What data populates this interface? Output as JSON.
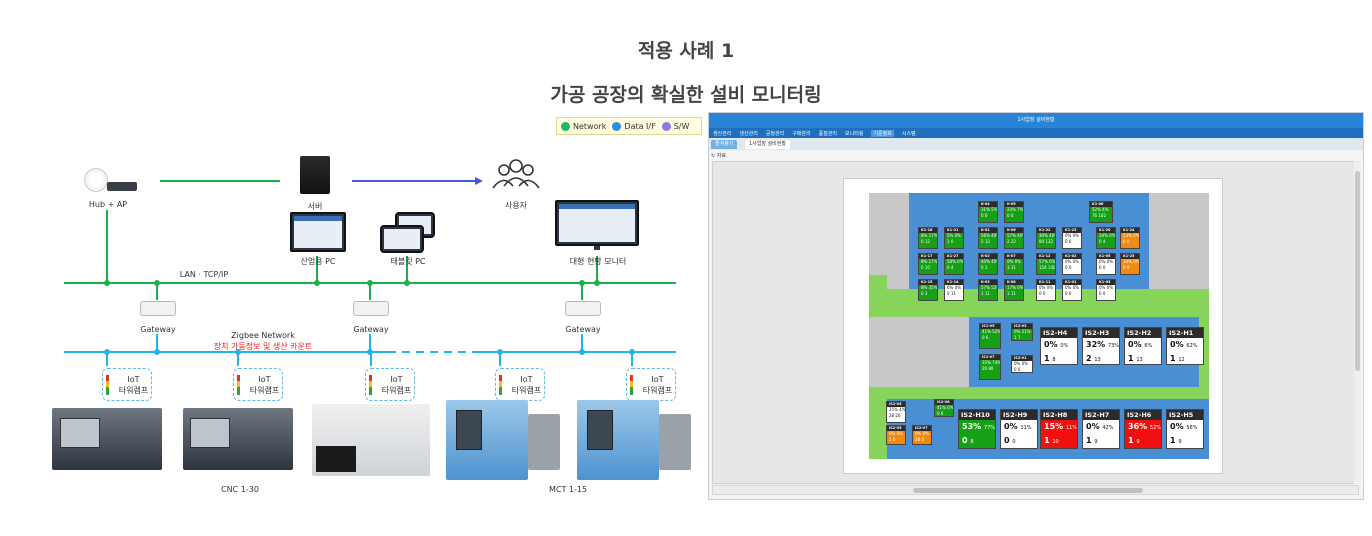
{
  "titles": {
    "case": "적용 사례 1",
    "subtitle": "가공 공장의 확실한 설비 모니터링"
  },
  "legend": [
    {
      "label": "Network",
      "color": "#20b860"
    },
    {
      "label": "Data I/F",
      "color": "#2a8fe0"
    },
    {
      "label": "S/W",
      "color": "#8c78e6"
    }
  ],
  "colors": {
    "network": "#1fae4c",
    "data": "#4a56d8",
    "zigbee": "#1fb4ec"
  },
  "diagram": {
    "hub": "Hub + AP",
    "server": "서버",
    "user": "사용자",
    "industrial_pc": "산업용 PC",
    "tablet_pc": "태블릿 PC",
    "large_monitor": "대형 현황 모니터",
    "lan": "LAN · TCP/IP",
    "gateways": [
      "Gateway",
      "Gateway",
      "Gateway"
    ],
    "zigbee": "Zigbee Network",
    "zigbee_note": "장치 가동정보 및 생산 카운트",
    "iot": [
      {
        "l1": "IoT",
        "l2": "타워램프"
      },
      {
        "l1": "IoT",
        "l2": "타워램프"
      },
      {
        "l1": "IoT",
        "l2": "타워램프"
      },
      {
        "l1": "IoT",
        "l2": "타워램프"
      },
      {
        "l1": "IoT",
        "l2": "타워램프"
      }
    ],
    "cnc": "CNC 1-30",
    "mct": "MCT 1-15"
  },
  "monitor": {
    "window_title": "1사업장 설비현황",
    "menu": [
      "생산관리",
      "생산관리",
      "공정관리",
      "구매관리",
      "품질관리",
      "모니터링",
      "기준정보",
      "시스템"
    ],
    "tabs": [
      "즐겨찾기",
      "1사업장 설비현황"
    ],
    "toolbar": "↻ 자료",
    "large_cells": [
      {
        "name": "IS2-H4",
        "pct1": "0%",
        "pct2": "0%",
        "c1": "1",
        "c2": "8",
        "color": "white"
      },
      {
        "name": "IS2-H3",
        "pct1": "32%",
        "pct2": "73%",
        "c1": "2",
        "c2": "13",
        "color": "white"
      },
      {
        "name": "IS2-H2",
        "pct1": "0%",
        "pct2": "6%",
        "c1": "1",
        "c2": "13",
        "color": "white"
      },
      {
        "name": "IS2-H1",
        "pct1": "0%",
        "pct2": "62%",
        "c1": "1",
        "c2": "12",
        "color": "white"
      },
      {
        "name": "IS2-H10",
        "pct1": "53%",
        "pct2": "77%",
        "c1": "0",
        "c2": "8",
        "color": "green"
      },
      {
        "name": "IS2-H9",
        "pct1": "0%",
        "pct2": "11%",
        "c1": "0",
        "c2": "0",
        "color": "white"
      },
      {
        "name": "IS2-H8",
        "pct1": "15%",
        "pct2": "11%",
        "c1": "1",
        "c2": "10",
        "color": "red"
      },
      {
        "name": "IS2-H7",
        "pct1": "0%",
        "pct2": "42%",
        "c1": "1",
        "c2": "9",
        "color": "white"
      },
      {
        "name": "IS2-H6",
        "pct1": "36%",
        "pct2": "52%",
        "c1": "1",
        "c2": "9",
        "color": "red"
      },
      {
        "name": "IS2-H5",
        "pct1": "0%",
        "pct2": "56%",
        "c1": "1",
        "c2": "9",
        "color": "white"
      }
    ],
    "small_cells": [
      {
        "name": "IS1-V5",
        "l1": "41% 52%",
        "l2": "0  6",
        "color": "green"
      },
      {
        "name": "IS2-V3",
        "l1": "0% 21%",
        "l2": "1  7",
        "color": "green"
      },
      {
        "name": "IS1-V7",
        "l1": "35% 74%",
        "l2": "20  80",
        "color": "green"
      },
      {
        "name": "IS2-V1",
        "l1": "0% 0%",
        "l2": "0  0",
        "color": "white"
      },
      {
        "name": "IS2-V4",
        "l1": "25% 4%",
        "l2": "28  20",
        "color": "white"
      },
      {
        "name": "IS2-V6",
        "l1": "41% 0%",
        "l2": "0  6",
        "color": "green"
      },
      {
        "name": "IS2-V5",
        "l1": "0% 0%",
        "l2": "2  0",
        "color": "orange"
      },
      {
        "name": "IS2-V7",
        "l1": "0% 0%",
        "l2": "28  0",
        "color": "orange"
      },
      {
        "name": "K-04",
        "l1": "31% 5%",
        "l2": "0  0",
        "color": "green"
      },
      {
        "name": "K-05",
        "l1": "23% 7%",
        "l2": "0  0",
        "color": "green"
      },
      {
        "name": "K1-06",
        "l1": "52% 4%",
        "l2": "76  102",
        "color": "green"
      },
      {
        "name": "K1-16",
        "l1": "8% 17%",
        "l2": "0  12",
        "color": "green"
      },
      {
        "name": "K1-21",
        "l1": "5% 0%",
        "l2": "1  0",
        "color": "green"
      },
      {
        "name": "K-01",
        "l1": "56% 40%",
        "l2": "5  12",
        "color": "green"
      },
      {
        "name": "K-06",
        "l1": "57% 40%",
        "l2": "2  22",
        "color": "green"
      },
      {
        "name": "K1-22",
        "l1": "30% 40%",
        "l2": "80  132",
        "color": "green"
      },
      {
        "name": "K1-23",
        "l1": "0% 0%",
        "l2": "0  0",
        "color": "white"
      },
      {
        "name": "K1-20",
        "l1": "34% 0%",
        "l2": "0  4",
        "color": "green"
      },
      {
        "name": "K1-24",
        "l1": "53% 0%",
        "l2": "0  0",
        "color": "orange"
      },
      {
        "name": "K1-17",
        "l1": "8% 17%",
        "l2": "0  10",
        "color": "green"
      },
      {
        "name": "K1-27",
        "l1": "58% 0%",
        "l2": "0  4",
        "color": "green"
      },
      {
        "name": "K-02",
        "l1": "40% 40%",
        "l2": "0  3",
        "color": "green"
      },
      {
        "name": "K-07",
        "l1": "0% 0%",
        "l2": "3  11",
        "color": "green"
      },
      {
        "name": "K1-12",
        "l1": "57% 0%",
        "l2": "154  100",
        "color": "green"
      },
      {
        "name": "K1-02",
        "l1": "0% 0%",
        "l2": "0  0",
        "color": "white"
      },
      {
        "name": "K1-05",
        "l1": "0% 0%",
        "l2": "0  0",
        "color": "white"
      },
      {
        "name": "K1-25",
        "l1": "34% 0%",
        "l2": "0  0",
        "color": "orange"
      },
      {
        "name": "K1-15",
        "l1": "8% 35%",
        "l2": "0  3",
        "color": "green"
      },
      {
        "name": "K1-14",
        "l1": "6% 0%",
        "l2": "0  11",
        "color": "white"
      },
      {
        "name": "K-03",
        "l1": "57% 52%",
        "l2": "1  11",
        "color": "green"
      },
      {
        "name": "K-08",
        "l1": "17% 0%",
        "l2": "1  11",
        "color": "green"
      },
      {
        "name": "K1-11",
        "l1": "0% 0%",
        "l2": "0  0",
        "color": "white"
      },
      {
        "name": "K1-01",
        "l1": "0% 0%",
        "l2": "0  0",
        "color": "white"
      },
      {
        "name": "K1-03",
        "l1": "0% 0%",
        "l2": "0  0",
        "color": "white"
      }
    ]
  }
}
